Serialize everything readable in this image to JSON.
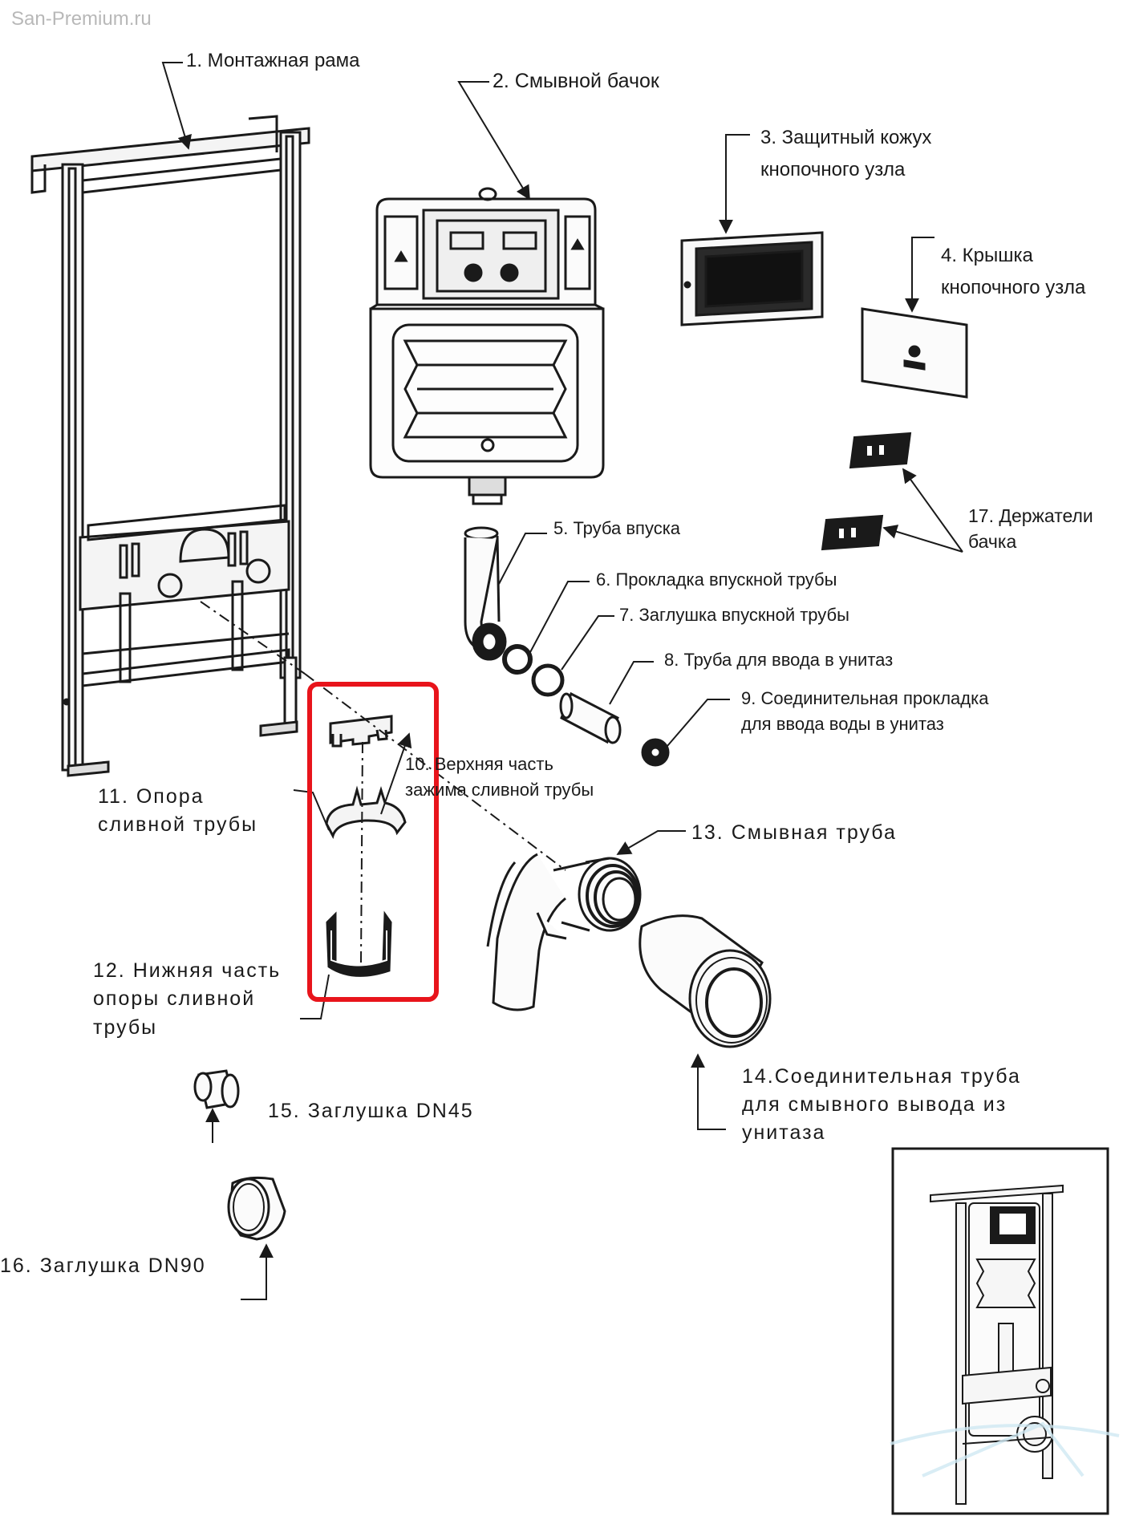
{
  "watermark": "San-Premium.ru",
  "labels": {
    "l1": "1. Монтажная рама",
    "l2": "2. Смывной бачок",
    "l3a": "3. Защитный кожух",
    "l3b": "кнопочного узла",
    "l4a": "4. Крышка",
    "l4b": "кнопочного узла",
    "l5": "5. Труба впуска",
    "l6": "6. Прокладка впускной трубы",
    "l7": "7. Заглушка впускной трубы",
    "l8": "8. Труба для ввода в унитаз",
    "l9a": "9. Соединительная прокладка",
    "l9b": "для ввода воды в унитаз",
    "l10a": "10. Верхняя часть",
    "l10b": "зажима сливной трубы",
    "l11a": "11. Опора",
    "l11b": "сливной трубы",
    "l12a": "12. Нижняя часть",
    "l12b": "опоры сливной",
    "l12c": "трубы",
    "l13": "13. Смывная труба",
    "l14a": "14.Соединительная труба",
    "l14b": "для смывного вывода из",
    "l14c": "унитаза",
    "l15": "15. Заглушка DN45",
    "l16": "16. Заглушка DN90",
    "l17a": "17. Держатели",
    "l17b": "бачка"
  },
  "colors": {
    "line": "#1a1a1a",
    "highlight": "#e8141b",
    "watermark": "#b8b8b8"
  }
}
